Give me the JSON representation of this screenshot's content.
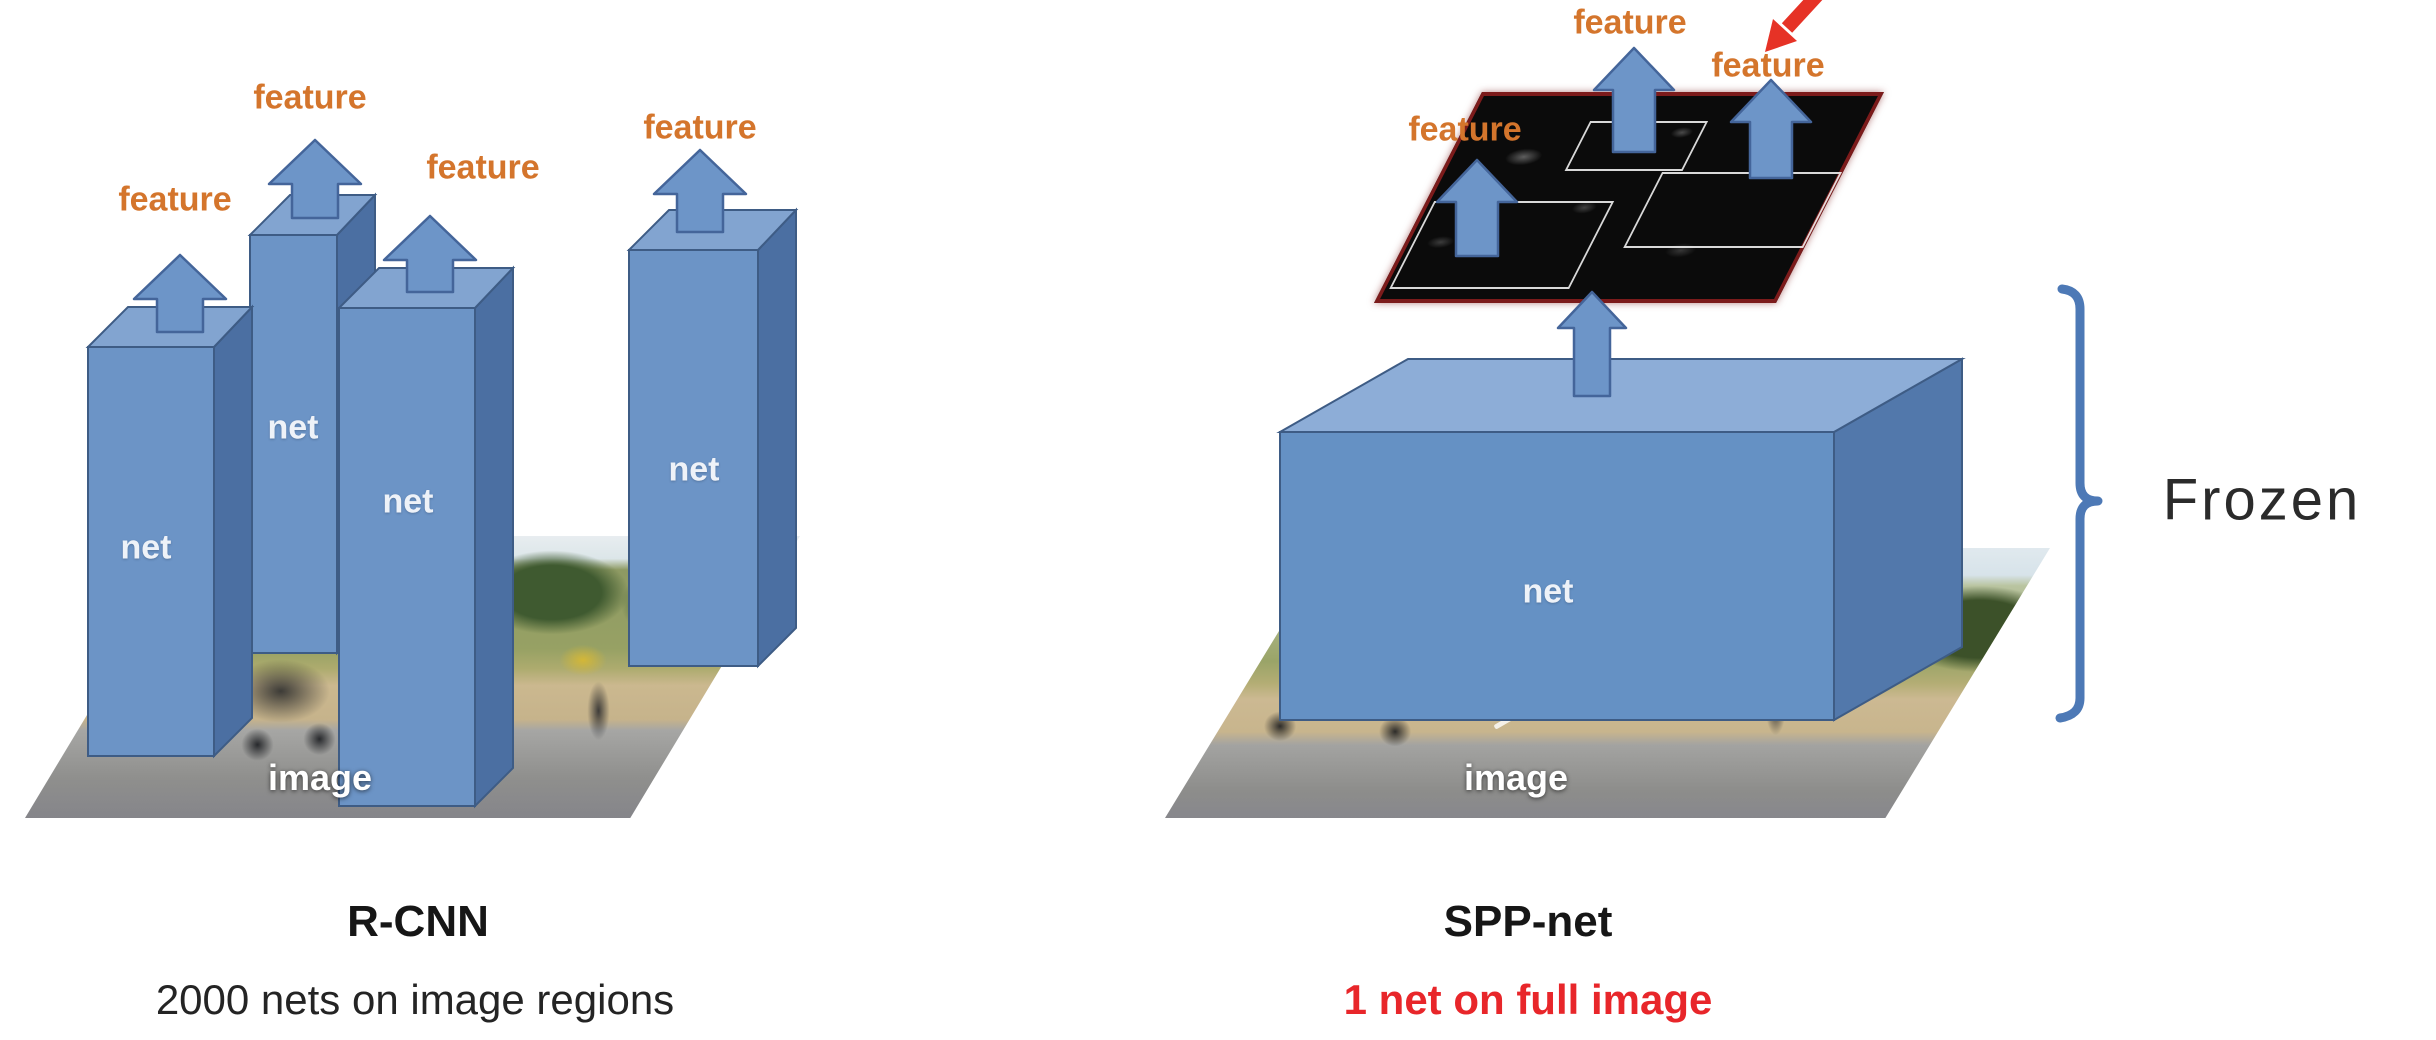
{
  "labels": {
    "feature": "feature",
    "net": "net",
    "image": "image"
  },
  "figures": {
    "left": {
      "title": "R-CNN",
      "subtitle": "2000 nets on image regions"
    },
    "right": {
      "title": "SPP-net",
      "subtitle": "1 net on full image",
      "annotation": "Frozen"
    }
  },
  "colors": {
    "orange": "#d4752c",
    "caption_red": "#e8262a",
    "red": "#e63226",
    "map_border": "#7c1b1b",
    "brace_blue": "#4d79b6",
    "pillar_front": "#6c94c6",
    "pillar_side": "#4b6fa2",
    "pillar_top": "#82a4d0",
    "pillar_stroke": "#3e5c85",
    "box_front": "#6591c4",
    "box_side": "#5278ab",
    "box_top": "#8dadd7",
    "arrow_fill": "#6d95c8",
    "arrow_stroke": "#44659a"
  }
}
